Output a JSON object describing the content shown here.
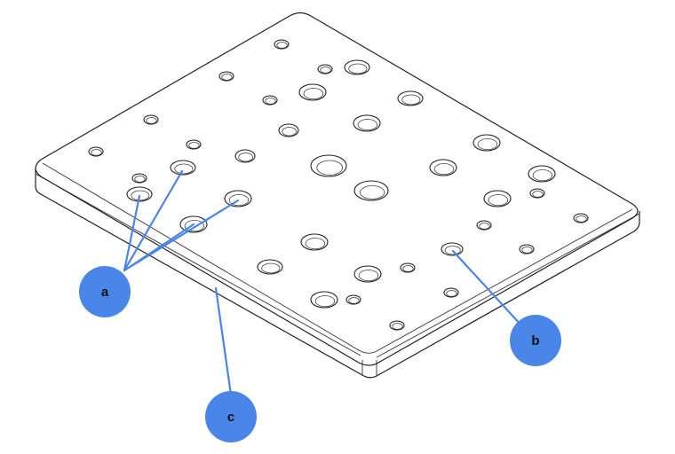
{
  "diagram": {
    "callouts": [
      {
        "id": "a",
        "label": "a",
        "color": "#4a86e8"
      },
      {
        "id": "b",
        "label": "b",
        "color": "#4a86e8"
      },
      {
        "id": "c",
        "label": "c",
        "color": "#4a86e8"
      }
    ]
  }
}
